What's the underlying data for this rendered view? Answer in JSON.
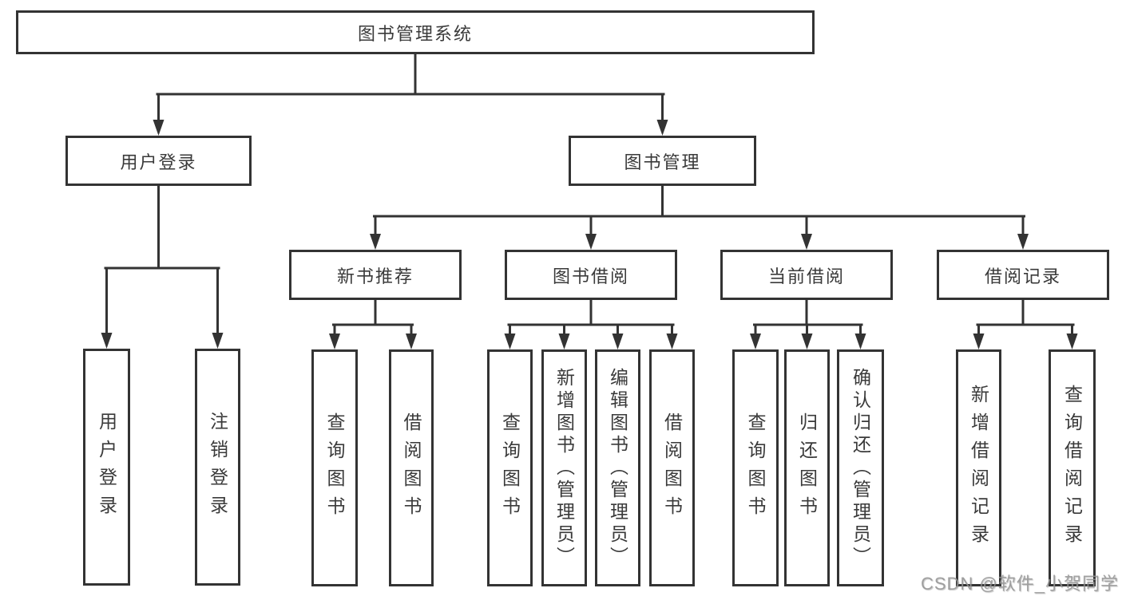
{
  "watermark": "CSDN @软件_小贺同学",
  "colors": {
    "line": "#333333",
    "box_border": "#333333",
    "box_fill": "#ffffff",
    "text": "#3a3a3a",
    "watermark": "#949494"
  },
  "tree": {
    "id": "root",
    "label": "图书管理系统",
    "children": [
      {
        "id": "user-login",
        "label": "用户登录",
        "children": [
          {
            "id": "user-login-leaf",
            "label": "用户登录"
          },
          {
            "id": "logout",
            "label": "注销登录"
          }
        ]
      },
      {
        "id": "book-mgmt",
        "label": "图书管理",
        "children": [
          {
            "id": "new-book-rec",
            "label": "新书推荐",
            "children": [
              {
                "id": "nbr-query",
                "label": "查询图书"
              },
              {
                "id": "nbr-borrow",
                "label": "借阅图书"
              }
            ]
          },
          {
            "id": "book-borrow",
            "label": "图书借阅",
            "children": [
              {
                "id": "bb-query",
                "label": "查询图书"
              },
              {
                "id": "bb-add",
                "label": "新增图书（管理员）"
              },
              {
                "id": "bb-edit",
                "label": "编辑图书（管理员）"
              },
              {
                "id": "bb-borrow",
                "label": "借阅图书"
              }
            ]
          },
          {
            "id": "current-borrow",
            "label": "当前借阅",
            "children": [
              {
                "id": "cb-query",
                "label": "查询图书"
              },
              {
                "id": "cb-return",
                "label": "归还图书"
              },
              {
                "id": "cb-confirm",
                "label": "确认归还（管理员）"
              }
            ]
          },
          {
            "id": "borrow-records",
            "label": "借阅记录",
            "children": [
              {
                "id": "br-add",
                "label": "新增借阅记录"
              },
              {
                "id": "br-query",
                "label": "查询借阅记录"
              }
            ]
          }
        ]
      }
    ]
  }
}
